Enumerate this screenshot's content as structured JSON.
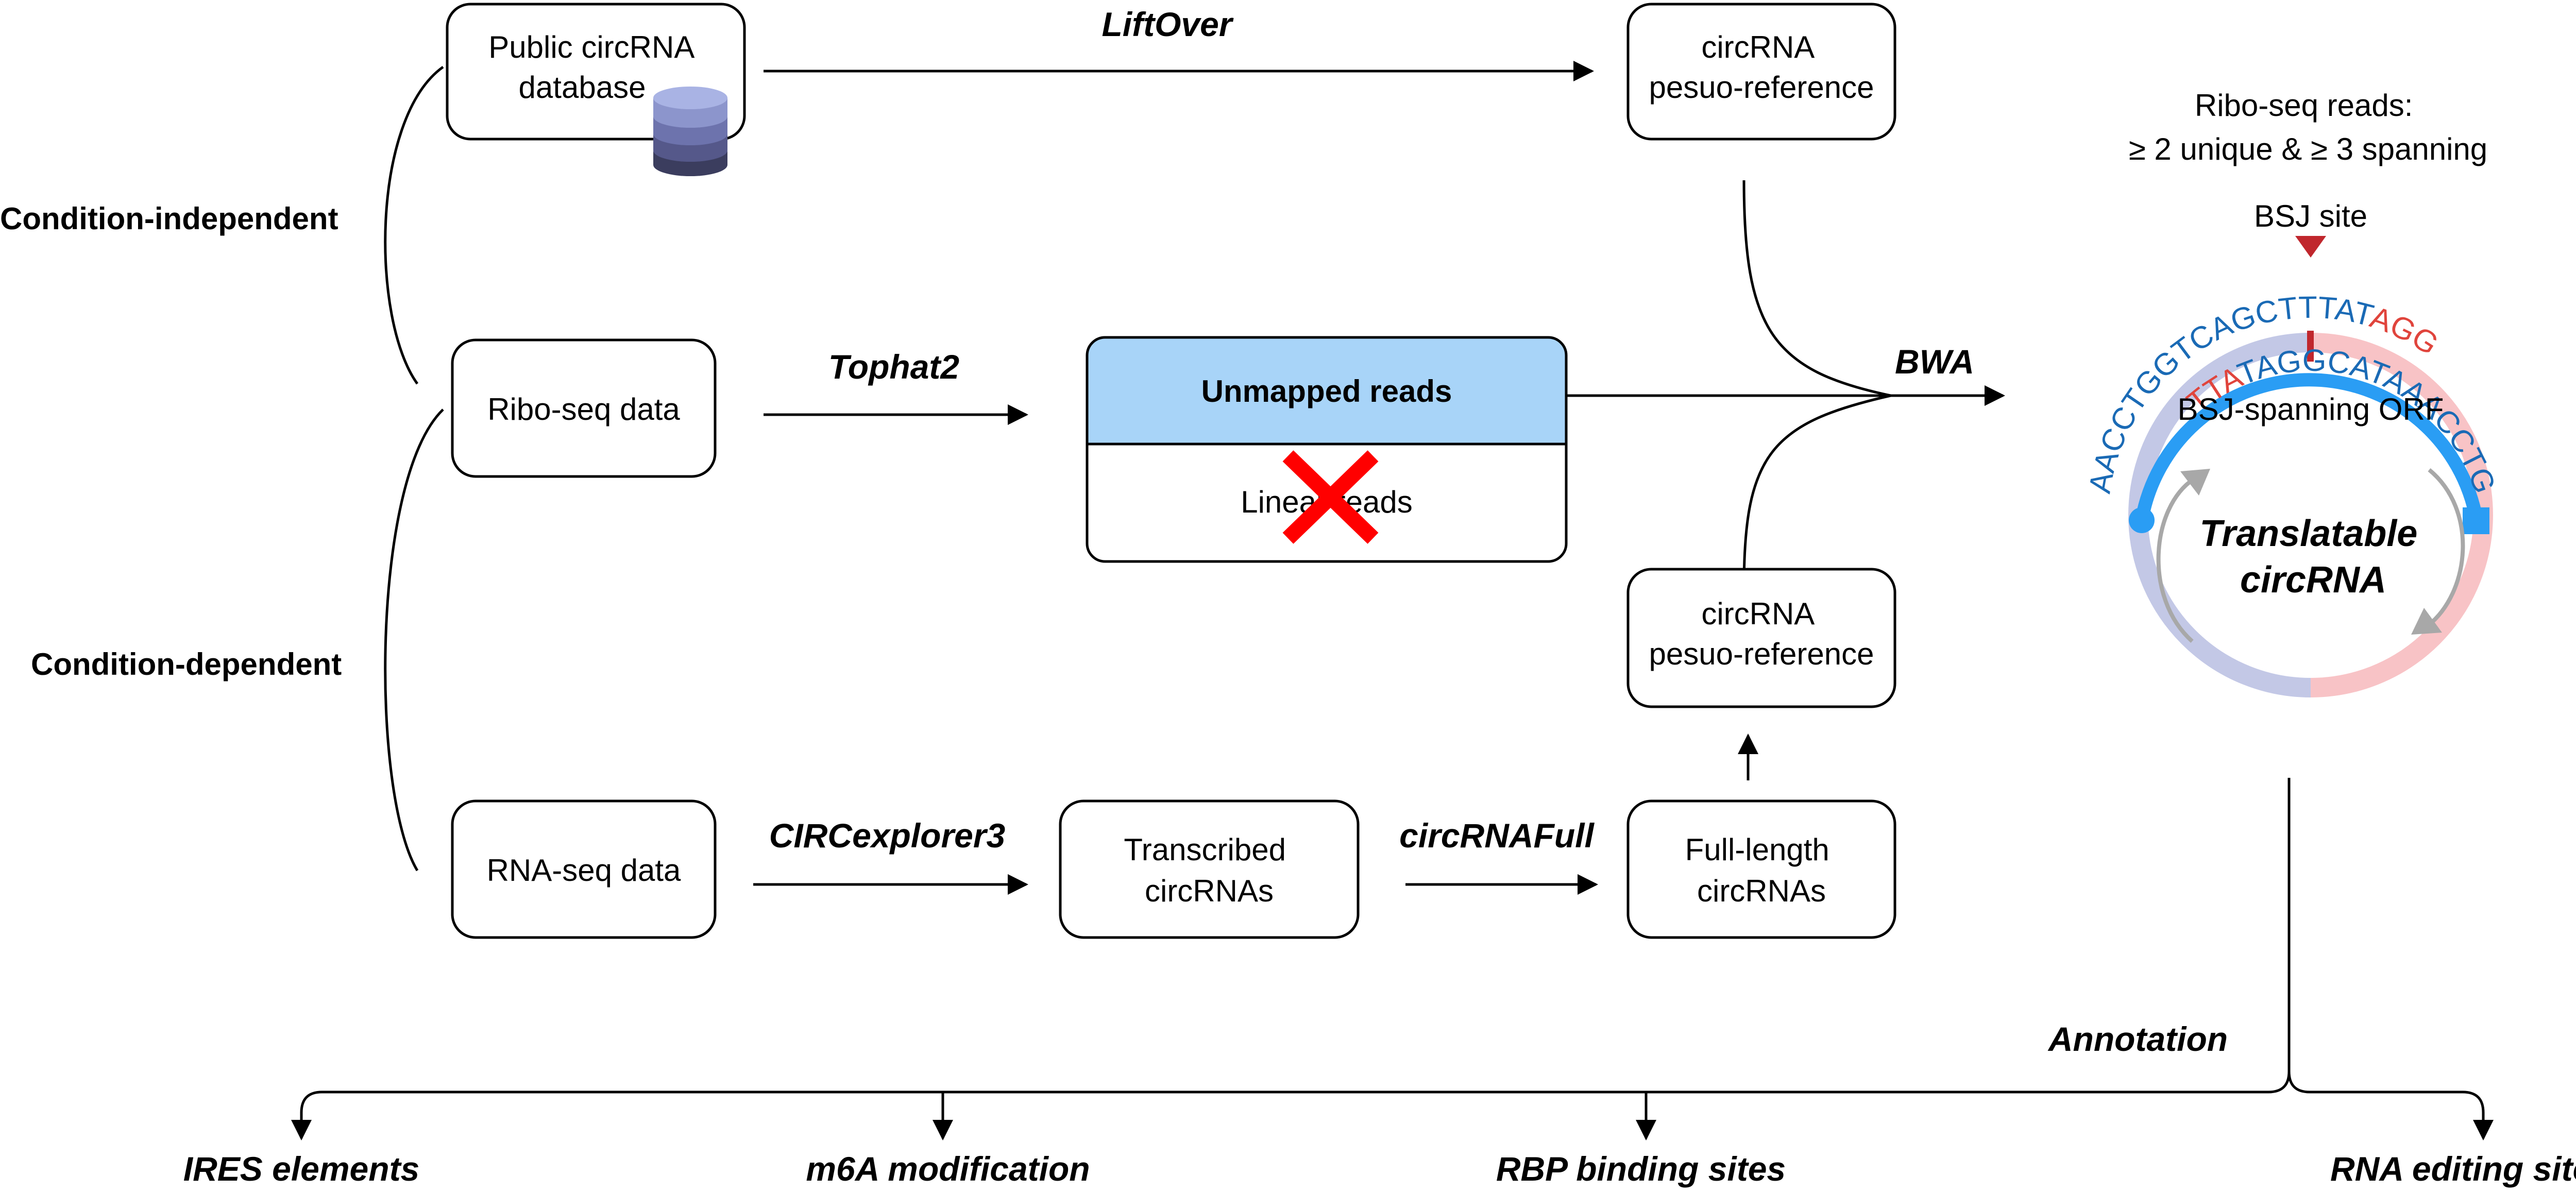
{
  "conditions": {
    "independent": "Condition-independent",
    "dependent": "Condition-dependent"
  },
  "boxes": {
    "public_db": [
      "Public circRNA",
      "database"
    ],
    "pseudo_ref_top": [
      "circRNA",
      "pesuo-reference"
    ],
    "ribo_seq": "Ribo-seq data",
    "unmapped": "Unmapped reads",
    "linear": "Linear reads",
    "pseudo_ref_bottom": [
      "circRNA",
      "pesuo-reference"
    ],
    "rna_seq": "RNA-seq data",
    "transcribed": [
      "Transcribed",
      "circRNAs"
    ],
    "full_length": [
      "Full-length",
      "circRNAs"
    ]
  },
  "tools": {
    "liftover": "LiftOver",
    "tophat2": "Tophat2",
    "bwa": "BWA",
    "circexplorer3": "CIRCexplorer3",
    "circrnafull": "circRNAFull",
    "annotation": "Annotation"
  },
  "circ": {
    "criteria": [
      "Ribo-seq reads:",
      "≥ 2 unique & ≥ 3 spanning"
    ],
    "bsj_site": "BSJ site",
    "orf_label": "BSJ-spanning ORF",
    "center": [
      "Translatable",
      "circRNA"
    ],
    "outer_seq_blue": "AACCTGGTCAGCTTTAT",
    "outer_seq_red": "AGG",
    "inner_seq_red": "TTA",
    "inner_seq_blue": "TAGGCATAAACCTGGA"
  },
  "annotations": [
    "IRES elements",
    "m6A modification",
    "RBP binding sites",
    "RNA editing sites"
  ],
  "colors": {
    "unmapped_header": "#a8d4f8",
    "seq_blue": "#1a6ab5",
    "seq_red": "#e0443c",
    "orf_blue": "#2a9df4",
    "ring_blue": "#c3c8e6",
    "ring_red": "#f8c3c6",
    "marker_red": "#c0272d",
    "cross_red": "#ff0000",
    "db_dark": "#3b3d5e",
    "db_mid": "#55588a",
    "db_light": "#8c95cc",
    "db_top": "#a9b3e4"
  }
}
